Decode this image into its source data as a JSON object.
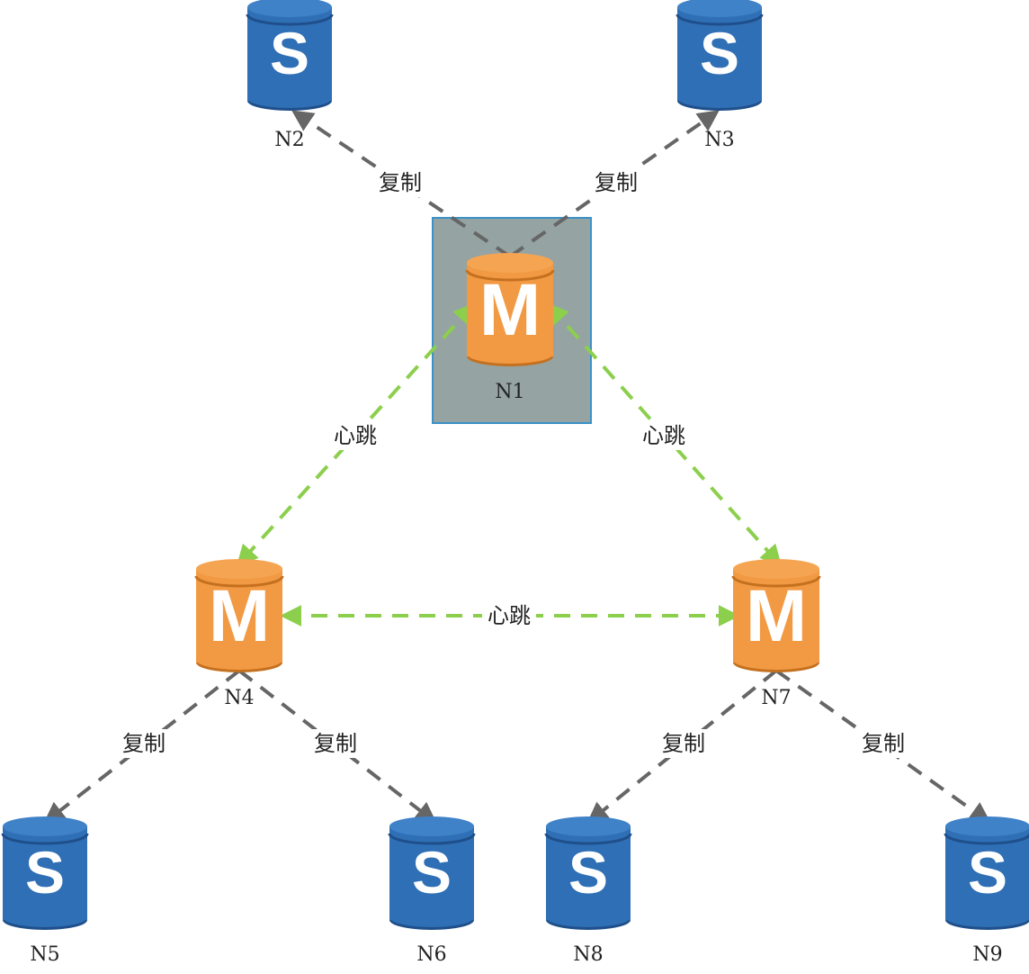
{
  "colors": {
    "slave_body": "#2f6fb5",
    "slave_dark": "#1f4f8a",
    "slave_top": "#3f82c8",
    "master_body": "#f29a43",
    "master_dark": "#c4701f",
    "master_top": "#f5a452",
    "replication_edge": "#666666",
    "heartbeat_edge": "#8ccf4d",
    "highlight_box_fill": "#95a3a3",
    "highlight_box_stroke": "#3a92c8"
  },
  "nodes": [
    {
      "id": "N1",
      "label": "N1",
      "role": "master",
      "letter": "M"
    },
    {
      "id": "N2",
      "label": "N2",
      "role": "slave",
      "letter": "S"
    },
    {
      "id": "N3",
      "label": "N3",
      "role": "slave",
      "letter": "S"
    },
    {
      "id": "N4",
      "label": "N4",
      "role": "master",
      "letter": "M"
    },
    {
      "id": "N5",
      "label": "N5",
      "role": "slave",
      "letter": "S"
    },
    {
      "id": "N6",
      "label": "N6",
      "role": "slave",
      "letter": "S"
    },
    {
      "id": "N7",
      "label": "N7",
      "role": "master",
      "letter": "M"
    },
    {
      "id": "N8",
      "label": "N8",
      "role": "slave",
      "letter": "S"
    },
    {
      "id": "N9",
      "label": "N9",
      "role": "slave",
      "letter": "S"
    }
  ],
  "edges": [
    {
      "from": "N1",
      "to": "N2",
      "kind": "replication",
      "label": "复制"
    },
    {
      "from": "N1",
      "to": "N3",
      "kind": "replication",
      "label": "复制"
    },
    {
      "from": "N1",
      "to": "N4",
      "kind": "heartbeat",
      "label": "心跳"
    },
    {
      "from": "N1",
      "to": "N7",
      "kind": "heartbeat",
      "label": "心跳"
    },
    {
      "from": "N4",
      "to": "N7",
      "kind": "heartbeat",
      "label": "心跳"
    },
    {
      "from": "N4",
      "to": "N5",
      "kind": "replication",
      "label": "复制"
    },
    {
      "from": "N4",
      "to": "N6",
      "kind": "replication",
      "label": "复制"
    },
    {
      "from": "N7",
      "to": "N8",
      "kind": "replication",
      "label": "复制"
    },
    {
      "from": "N7",
      "to": "N9",
      "kind": "replication",
      "label": "复制"
    }
  ]
}
